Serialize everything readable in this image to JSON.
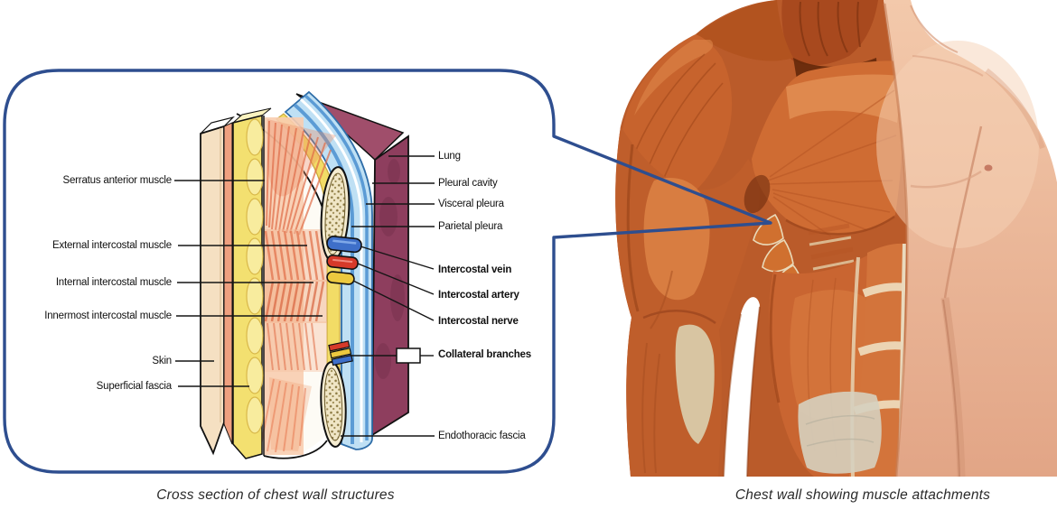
{
  "figure_type": "anatomy-diagram",
  "captions": {
    "left": "Cross section of chest wall structures",
    "right": "Chest wall showing muscle attachments"
  },
  "callout": {
    "left_labels": [
      {
        "text": "Serratus anterior muscle",
        "emphasis": false
      },
      {
        "text": "External intercostal muscle",
        "emphasis": false
      },
      {
        "text": "Internal intercostal muscle",
        "emphasis": false
      },
      {
        "text": "Innermost intercostal muscle",
        "emphasis": false
      },
      {
        "text": "Skin",
        "emphasis": false
      },
      {
        "text": "Superficial fascia",
        "emphasis": false
      }
    ],
    "right_labels": [
      {
        "text": "Lung",
        "emphasis": false
      },
      {
        "text": "Pleural cavity",
        "emphasis": false
      },
      {
        "text": "Visceral pleura",
        "emphasis": false
      },
      {
        "text": "Parietal pleura",
        "emphasis": false
      },
      {
        "text": "Intercostal vein",
        "emphasis": true
      },
      {
        "text": "Intercostal artery",
        "emphasis": true
      },
      {
        "text": "Intercostal nerve",
        "emphasis": true
      },
      {
        "text": "Collateral branches",
        "emphasis": true
      },
      {
        "text": "Endothoracic fascia",
        "emphasis": false
      }
    ]
  },
  "colors": {
    "callout_border": "#2E4E8F",
    "leader_line": "#151515",
    "lung_slab": "#8E3E5E",
    "lung_top": "#A04E6B",
    "pleura_light_blue": "#BFE0F4",
    "pleura_mid_blue": "#5B9BD5",
    "endothoracic_yellow": "#F2DC66",
    "fascia_slab_yellow": "#F3E070",
    "skin_slab_cream": "#F5E0C2",
    "muscle_fiber_red": "#E2744E",
    "bone_cream": "#F5ECD0",
    "vein_blue": "#3E6FC9",
    "artery_red": "#D63A2A",
    "nerve_yellow": "#ECC93F",
    "torso_muscle": "#C96F3A",
    "torso_skin": "#EDB999"
  }
}
